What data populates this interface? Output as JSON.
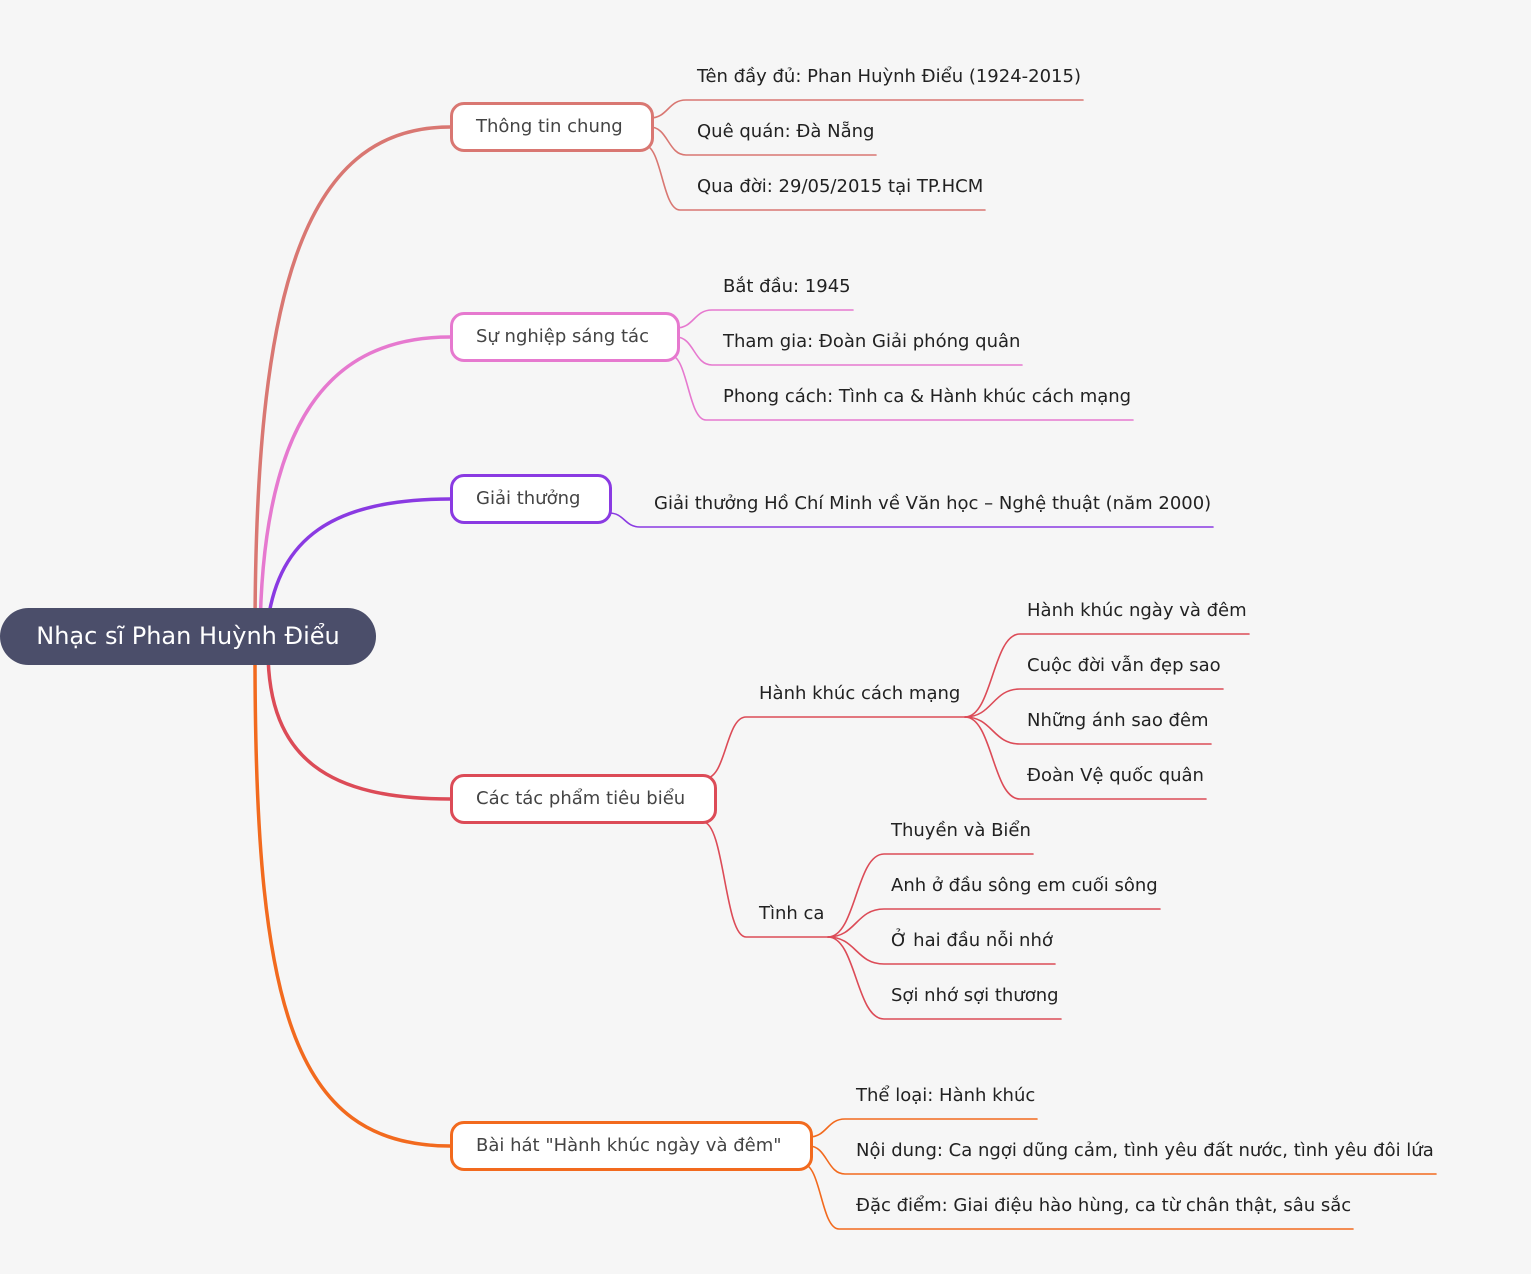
{
  "root": "Nhạc sĩ Phan Huỳnh Điểu",
  "colors": {
    "root_bg": "#4b4e6a",
    "branch_1": "#d97772",
    "branch_2": "#e679cf",
    "branch_3": "#8a3ae2",
    "branch_4": "#dc4b57",
    "branch_5": "#f26a1e"
  },
  "branches": [
    {
      "label": "Thông tin chung",
      "items": [
        "Tên đầy đủ: Phan Huỳnh Điểu (1924-2015)",
        "Quê quán: Đà Nẵng",
        "Qua đời: 29/05/2015 tại TP.HCM"
      ]
    },
    {
      "label": "Sự nghiệp sáng tác",
      "items": [
        "Bắt đầu: 1945",
        "Tham gia: Đoàn Giải phóng quân",
        "Phong cách: Tình ca & Hành khúc cách mạng"
      ]
    },
    {
      "label": "Giải thưởng",
      "items": [
        "Giải thưởng Hồ Chí Minh về Văn học – Nghệ thuật (năm 2000)"
      ]
    },
    {
      "label": "Các tác phẩm tiêu biểu",
      "groups": [
        {
          "label": "Hành khúc cách mạng",
          "items": [
            "Hành khúc ngày và đêm",
            "Cuộc đời vẫn đẹp sao",
            "Những ánh sao đêm",
            "Đoàn Vệ quốc quân"
          ]
        },
        {
          "label": "Tình ca",
          "items": [
            "Thuyền và Biển",
            "Anh ở đầu sông em cuối sông",
            "Ở hai đầu nỗi nhớ",
            "Sợi nhớ sợi thương"
          ]
        }
      ]
    },
    {
      "label": "Bài hát \"Hành khúc ngày và đêm\"",
      "items": [
        "Thể loại: Hành khúc",
        "Nội dung: Ca ngợi dũng cảm, tình yêu đất nước, tình yêu đôi lứa",
        "Đặc điểm: Giai điệu hào hùng, ca từ chân thật, sâu sắc"
      ]
    }
  ]
}
